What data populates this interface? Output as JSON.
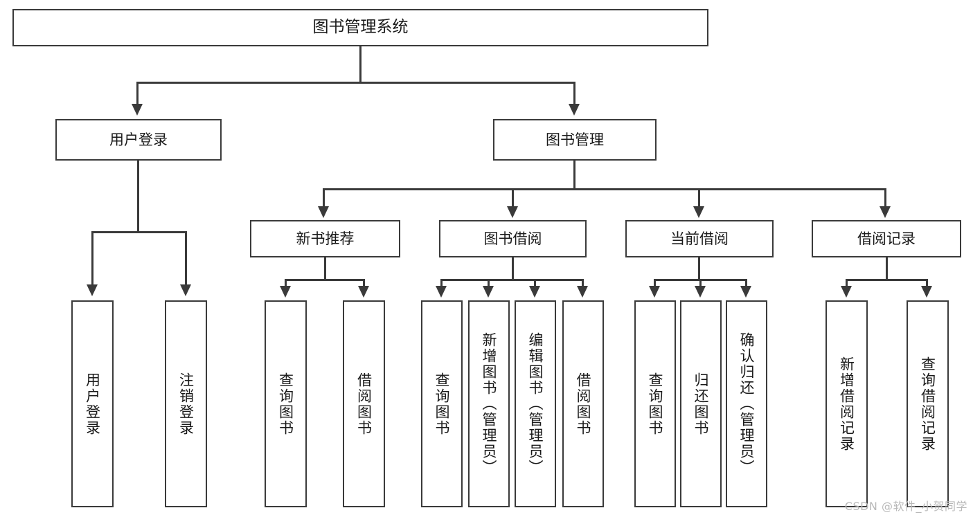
{
  "diagram": {
    "title": "图书管理系统",
    "type": "tree-hierarchy-diagram",
    "watermark": "CSDN @软件_小贺同学",
    "colors": {
      "stroke": "#3a3a3a",
      "fill": "#ffffff",
      "text": "#1a1a1a",
      "watermark": "#b9b9b9"
    },
    "root": {
      "label": "图书管理系统"
    },
    "level1": [
      {
        "id": "user-login",
        "label": "用户登录"
      },
      {
        "id": "book-manage",
        "label": "图书管理"
      }
    ],
    "level2": [
      {
        "id": "new-book-recommend",
        "label": "新书推荐",
        "parent": "book-manage"
      },
      {
        "id": "book-borrow",
        "label": "图书借阅",
        "parent": "book-manage"
      },
      {
        "id": "current-borrow",
        "label": "当前借阅",
        "parent": "book-manage"
      },
      {
        "id": "borrow-record",
        "label": "借阅记录",
        "parent": "book-manage"
      }
    ],
    "leaves": {
      "user-login": [
        {
          "id": "leaf-user-login",
          "label": "用户登录"
        },
        {
          "id": "leaf-user-logout",
          "label": "注销登录"
        }
      ],
      "new-book-recommend": [
        {
          "id": "leaf-query-book-nb",
          "label": "查询图书"
        },
        {
          "id": "leaf-borrow-book-nb",
          "label": "借阅图书"
        }
      ],
      "book-borrow": [
        {
          "id": "leaf-query-book-bb",
          "label": "查询图书"
        },
        {
          "id": "leaf-add-book",
          "label": "新增图书（管理员）"
        },
        {
          "id": "leaf-edit-book",
          "label": "编辑图书（管理员）"
        },
        {
          "id": "leaf-borrow-book-bb",
          "label": "借阅图书"
        }
      ],
      "current-borrow": [
        {
          "id": "leaf-query-book-cb",
          "label": "查询图书"
        },
        {
          "id": "leaf-return-book",
          "label": "归还图书"
        },
        {
          "id": "leaf-confirm-return",
          "label": "确认归还（管理员）"
        }
      ],
      "borrow-record": [
        {
          "id": "leaf-add-record",
          "label": "新增借阅记录"
        },
        {
          "id": "leaf-query-record",
          "label": "查询借阅记录"
        }
      ]
    }
  }
}
